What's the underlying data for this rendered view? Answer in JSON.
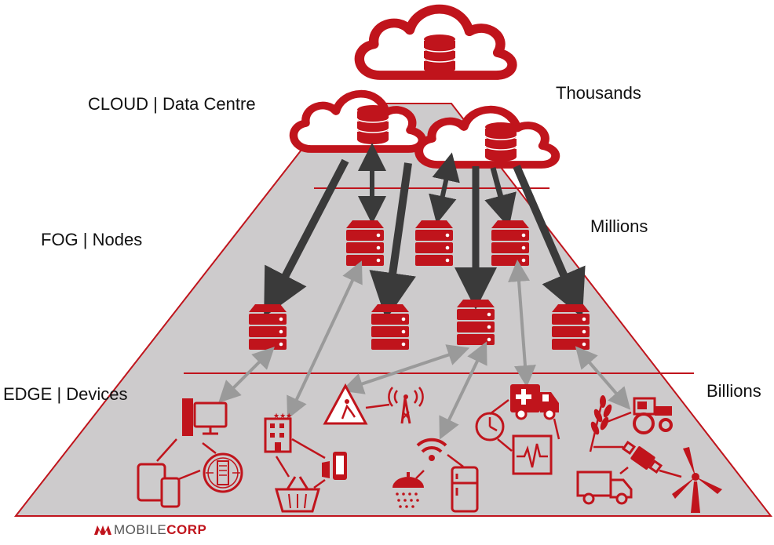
{
  "labels": {
    "cloud": "CLOUD | Data Centre",
    "fog": "FOG | Nodes",
    "edge": "EDGE | Devices",
    "thousands": "Thousands",
    "millions": "Millions",
    "billions": "Billions"
  },
  "logo": {
    "light": "MOBILE",
    "bold": "CORP"
  },
  "colors": {
    "accent": "#c0141c",
    "pyramid_fill": "#cdcbcc",
    "arrow_dark": "#3a3a3a",
    "arrow_light": "#9a9a9a"
  },
  "tiers": [
    "cloud",
    "fog",
    "edge"
  ],
  "icons": [
    "database-icon",
    "server-icon",
    "desktop-icon",
    "tablet-icon",
    "phone-icon",
    "server-rack-icon",
    "building-icon",
    "shopping-basket-icon",
    "construction-icon",
    "antenna-icon",
    "wifi-icon",
    "shower-icon",
    "fridge-icon",
    "ambulance-icon",
    "clock-icon",
    "heart-monitor-icon",
    "wheat-icon",
    "tractor-icon",
    "satellite-icon",
    "truck-icon",
    "wind-turbine-icon"
  ]
}
